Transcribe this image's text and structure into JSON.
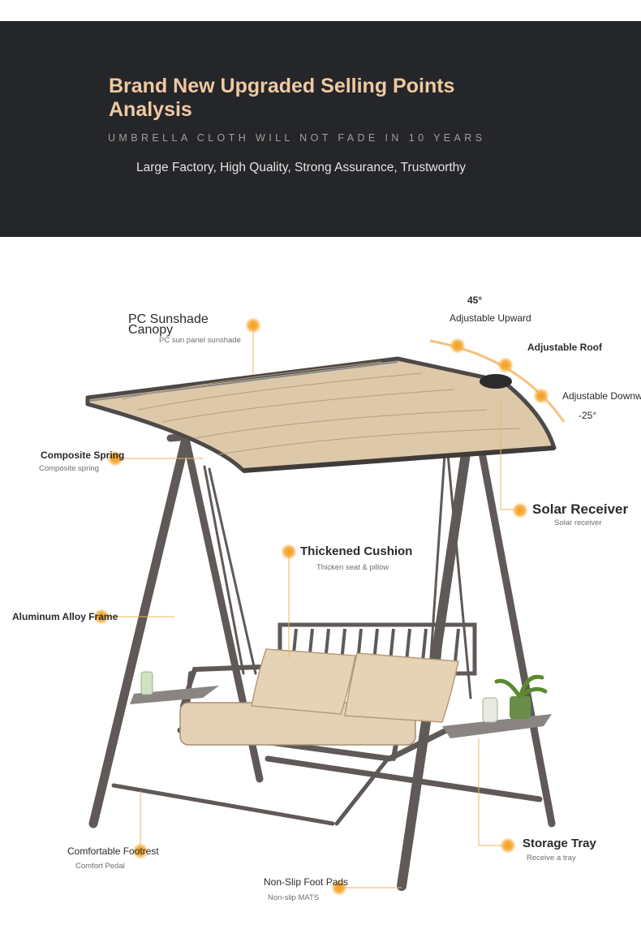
{
  "header": {
    "title": "Brand New Upgraded Selling Points Analysis",
    "subtitle": "UMBRELLA CLOTH WILL NOT FADE IN 10 YEARS",
    "tagline": "Large Factory, High Quality, Strong Assurance, Trustworthy"
  },
  "features": {
    "canopy": {
      "title": "PC Sunshade Canopy",
      "sub": "PC sun panel sunshade"
    },
    "angle_up": "45°",
    "adjust_upward": "Adjustable Upward",
    "adjust_roof": "Adjustable Roof",
    "adjust_down": "Adjustable Downw",
    "angle_down": "-25°",
    "spring": {
      "title": "Composite Spring",
      "sub": "Composite spring"
    },
    "solar": {
      "title": "Solar Receiver",
      "sub": "Solar receiver"
    },
    "cushion": {
      "title": "Thickened Cushion",
      "sub": "Thicken seat & pillow"
    },
    "frame": {
      "title": "Aluminum Alloy Frame"
    },
    "footrest": {
      "title": "Comfortable Footrest",
      "sub": "Comfort Pedal"
    },
    "tray": {
      "title": "Storage Tray",
      "sub": "Receive a tray"
    },
    "pads": {
      "title": "Non-Slip Foot Pads",
      "sub": "Non-slip MATS"
    }
  },
  "colors": {
    "banner_bg": "#25262a",
    "title": "#efc9a0",
    "accent_dot": "#f5a623",
    "frame": "#6b6462",
    "canopy": "#d9c5a8",
    "cushion": "#e2cfb3"
  },
  "icons": [
    "swing-illustration",
    "callout-dot"
  ]
}
